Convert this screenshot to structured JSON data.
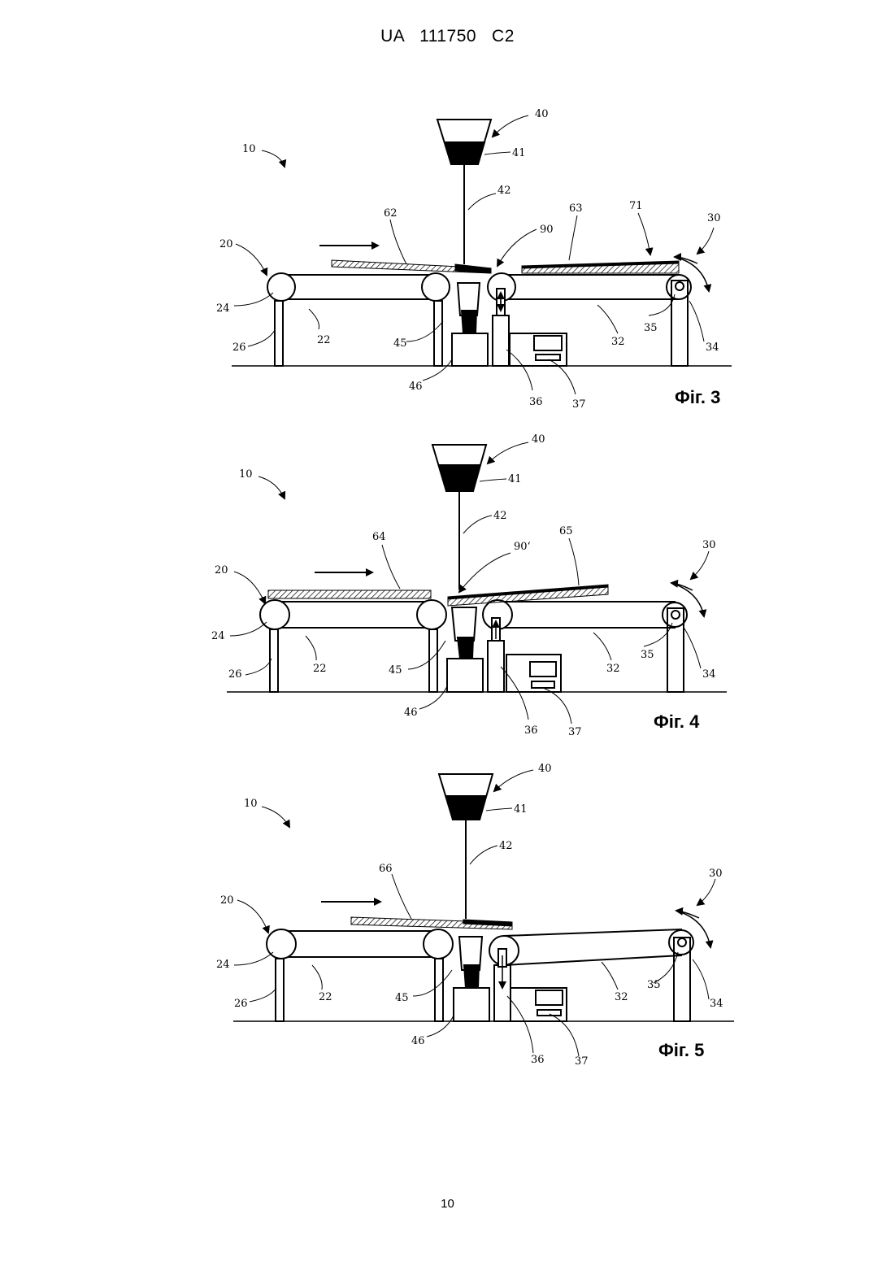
{
  "header": {
    "patent_number": "UA   111750   C2"
  },
  "footer": {
    "page_number": "10"
  },
  "figures": [
    {
      "caption": "Фіг. 3",
      "labels": {
        "l10": "10",
        "l20": "20",
        "l22": "22",
        "l24": "24",
        "l26": "26",
        "l30": "30",
        "l32": "32",
        "l34": "34",
        "l35": "35",
        "l36": "36",
        "l37": "37",
        "l40": "40",
        "l41": "41",
        "l42": "42",
        "l45": "45",
        "l46": "46",
        "l62": "62",
        "l63": "63",
        "l71": "71",
        "l90": "90"
      }
    },
    {
      "caption": "Фіг. 4",
      "labels": {
        "l10": "10",
        "l20": "20",
        "l22": "22",
        "l24": "24",
        "l26": "26",
        "l30": "30",
        "l32": "32",
        "l34": "34",
        "l35": "35",
        "l36": "36",
        "l37": "37",
        "l40": "40",
        "l41": "41",
        "l42": "42",
        "l45": "45",
        "l46": "46",
        "l64": "64",
        "l65": "65",
        "l90p": "90‘"
      }
    },
    {
      "caption": "Фіг. 5",
      "labels": {
        "l10": "10",
        "l20": "20",
        "l22": "22",
        "l24": "24",
        "l26": "26",
        "l30": "30",
        "l32": "32",
        "l34": "34",
        "l35": "35",
        "l36": "36",
        "l37": "37",
        "l40": "40",
        "l41": "41",
        "l42": "42",
        "l45": "45",
        "l46": "46",
        "l66": "66"
      }
    }
  ]
}
